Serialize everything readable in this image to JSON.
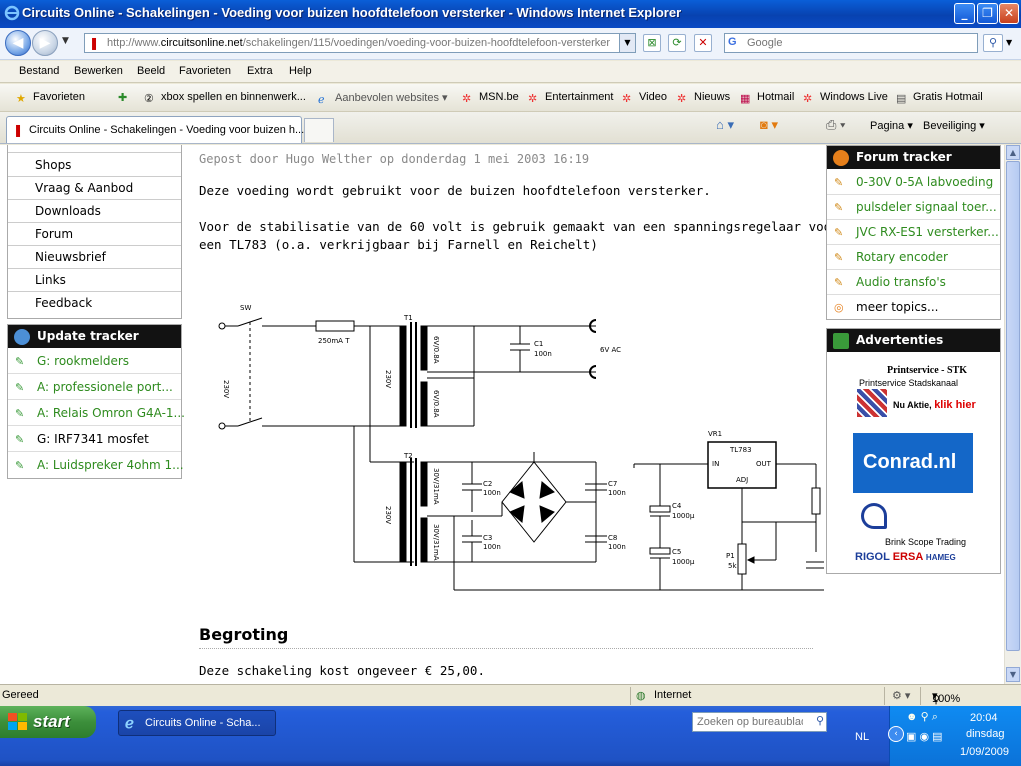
{
  "window": {
    "title": "Circuits Online - Schakelingen - Voeding voor buizen hoofdtelefoon versterker - Windows Internet Explorer"
  },
  "address": {
    "url_prefix": "http://www.",
    "url_domain": "circuitsonline.net",
    "url_path": "/schakelingen/115/voedingen/voeding-voor-buizen-hoofdtelefoon-versterker",
    "search_placeholder": "Google"
  },
  "menu": [
    "Bestand",
    "Bewerken",
    "Beeld",
    "Favorieten",
    "Extra",
    "Help"
  ],
  "favorites": {
    "label": "Favorieten",
    "items": [
      "xbox spellen en binnenwerk...",
      "Aanbevolen websites",
      "MSN.be",
      "Entertainment",
      "Video",
      "Nieuws",
      "Hotmail",
      "Windows Live",
      "Gratis Hotmail"
    ]
  },
  "tabs": {
    "active": "Circuits Online - Schakelingen - Voeding voor buizen h..."
  },
  "commands": {
    "page": "Pagina",
    "security": "Beveiliging"
  },
  "leftnav": {
    "items": [
      "Shops",
      "Vraag & Aanbod",
      "Downloads",
      "Forum",
      "Nieuwsbrief",
      "Links",
      "Feedback"
    ]
  },
  "update_tracker": {
    "title": "Update tracker",
    "items": [
      "G: rookmelders",
      "A: professionele port...",
      "A: Relais Omron G4A-1...",
      "G: IRF7341 mosfet",
      "A: Luidspreker 4ohm 1..."
    ]
  },
  "article": {
    "meta": "Gepost door Hugo Welther op donderdag 1 mei 2003 16:19",
    "p1": "Deze voeding wordt gebruikt voor de buizen hoofdtelefoon versterker.",
    "p2a": "Voor de stabilisatie van de 60 volt is gebruik gemaakt van een spanningsregelaar voor hoge spanning",
    "p2b": "een TL783 (o.a. verkrijgbaar bij Farnell en Reichelt)",
    "h_budget": "Begroting",
    "p3": "Deze schakeling kost ongeveer € 25,00."
  },
  "schematic": {
    "sw": "SW",
    "fuse": "250mA T",
    "t1": "T1",
    "t2": "T2",
    "mains": "230V",
    "t1_sec1": "6V/0.8A",
    "t1_sec2": "6V/0.8A",
    "t2_sec1": "30V/31mA",
    "t2_sec2": "30V/31mA",
    "c1": "C1",
    "c1v": "100n",
    "ac": "6V AC",
    "c2": "C2",
    "c2v": "100n",
    "c3": "C3",
    "c3v": "100n",
    "c7": "C7",
    "c7v": "100n",
    "c8": "C8",
    "c8v": "100n",
    "c4": "C4",
    "c4v": "1000µ",
    "c5": "C5",
    "c5v": "1000µ",
    "vr1": "VR1",
    "ic": "TL783",
    "in": "IN",
    "out": "OUT",
    "adj": "ADJ",
    "p1": "P1",
    "p1v": "5k"
  },
  "forum_tracker": {
    "title": "Forum tracker",
    "items": [
      "0-30V 0-5A labvoeding",
      "pulsdeler signaal toer...",
      "JVC RX-ES1 versterker...",
      "Rotary encoder",
      "Audio transfo's"
    ],
    "more": "meer topics..."
  },
  "ads": {
    "title": "Advertenties",
    "printservice": "Printservice - STK",
    "printservice_sub": "Printservice Stadskanaal",
    "nu_aktie": "Nu Aktie,",
    "klik_hier": "klik hier",
    "conrad": "Conrad.nl",
    "brink": "Brink Scope Trading",
    "rigol": "RIGOL",
    "ersa": "ERSA",
    "hameg": "HAMEG"
  },
  "status": {
    "left": "Gereed",
    "zone": "Internet",
    "zoom": "100%"
  },
  "taskbar": {
    "start": "start",
    "item": "Circuits Online - Scha...",
    "search_placeholder": "Zoeken op bureaublad",
    "lang": "NL",
    "time": "20:04",
    "day": "dinsdag",
    "date": "1/09/2009"
  },
  "colors": {
    "accent_green": "#2e8b1e",
    "title_blue": "#0842b0",
    "panel_black": "#121212"
  }
}
